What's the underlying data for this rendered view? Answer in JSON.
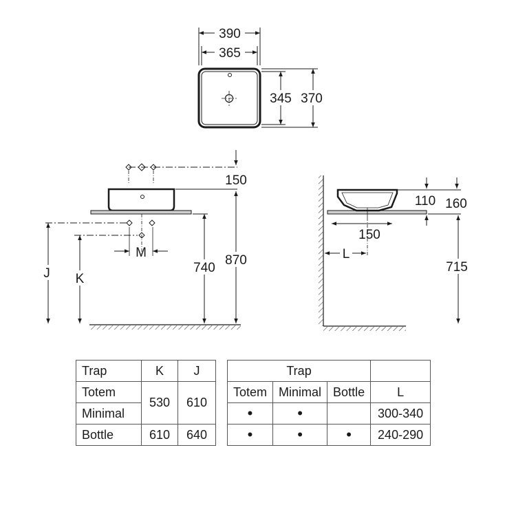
{
  "dimensions": {
    "width_outer": "390",
    "width_inner": "365",
    "depth_inner": "345",
    "depth_outer": "370",
    "tap_offset": "150",
    "total_height": "870",
    "counter_height": "740",
    "trap_letter_j": "J",
    "trap_letter_k": "K",
    "trap_letter_m": "M",
    "basin_height": "110",
    "basin_overall": "160",
    "wall_offset": "150",
    "wall_letter_l": "L",
    "side_height": "715"
  },
  "trap_height_table": {
    "headers": [
      "Trap",
      "K",
      "J"
    ],
    "rows": [
      {
        "label": "Totem",
        "k": "530",
        "j": "610"
      },
      {
        "label": "Minimal"
      },
      {
        "label": "Bottle",
        "k": "610",
        "j": "640"
      }
    ]
  },
  "trap_compat_table": {
    "header": "Trap",
    "columns": [
      "Totem",
      "Minimal",
      "Bottle",
      "L"
    ],
    "dot": "•",
    "rows": [
      {
        "totem": "•",
        "minimal": "•",
        "bottle": "",
        "l": "300-340"
      },
      {
        "totem": "•",
        "minimal": "•",
        "bottle": "•",
        "l": "240-290"
      }
    ]
  }
}
